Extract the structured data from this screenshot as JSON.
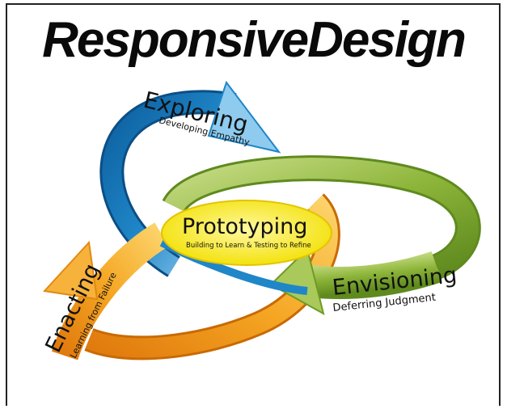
{
  "title": "ResponsiveDesign",
  "stages": {
    "exploring": {
      "name": "Exploring",
      "subtitle": "Developing Empathy",
      "color": "#1f86c8"
    },
    "envisioning": {
      "name": "Envisioning",
      "subtitle": "Deferring Judgment",
      "color": "#8db53a"
    },
    "enacting": {
      "name": "Enacting",
      "subtitle": "Learning from Failure",
      "color": "#f2a01d"
    },
    "prototyping": {
      "name": "Prototyping",
      "subtitle": "Building to Learn & Testing to Refine",
      "color": "#f7ea1c"
    }
  }
}
